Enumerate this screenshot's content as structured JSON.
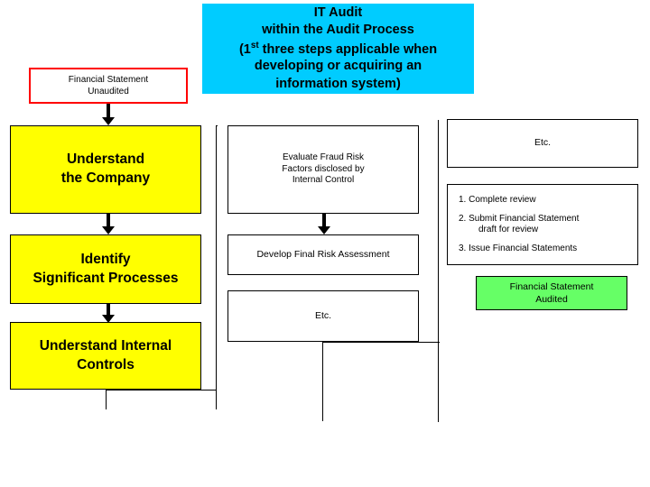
{
  "title": {
    "line1": "IT Audit",
    "line2": "within the Audit Process",
    "line3_pre": "(1",
    "line3_sup": "st",
    "line3_post": " three steps applicable when",
    "line4": "developing or acquiring an",
    "line5": "information system)"
  },
  "boxes": {
    "financial_statement_unaudited": {
      "line1": "Financial Statement",
      "line2": "Unaudited"
    },
    "understand_company": {
      "line1": "Understand",
      "line2": "the Company"
    },
    "identify_significant_processes": {
      "line1": "Identify",
      "line2": "Significant Processes"
    },
    "understand_internal_controls": {
      "line1": "Understand Internal",
      "line2": "Controls"
    },
    "evaluate_fraud_risk": {
      "line1": "Evaluate Fraud Risk",
      "line2": "Factors disclosed by",
      "line3": "Internal Control"
    },
    "develop_final_risk": {
      "line1": "Develop Final Risk Assessment"
    },
    "etc_middle": {
      "line1": "Etc."
    },
    "etc_top_right": {
      "line1": "Etc."
    },
    "review_steps": {
      "line1": "1. Complete review",
      "line2": "2. Submit Financial Statement",
      "line3": "draft for review",
      "line4": "3. Issue Financial Statements"
    },
    "financial_statement_audited": {
      "line1": "Financial Statement",
      "line2": "Audited"
    }
  },
  "colors": {
    "title_bg": "#00ccff",
    "process_bg": "#ffff00",
    "audited_bg": "#66ff66",
    "unaudited_border": "#ff0000",
    "outline": "#000000"
  }
}
